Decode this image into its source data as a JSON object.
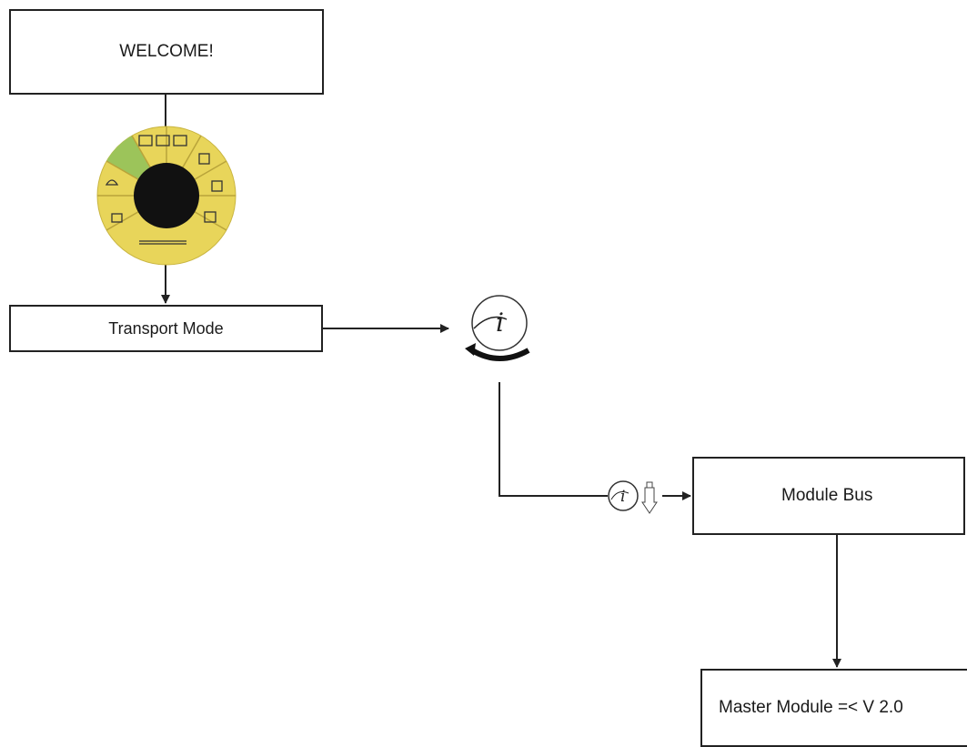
{
  "diagram": {
    "boxes": {
      "welcome": "WELCOME!",
      "transport_mode": "Transport Mode",
      "module_bus": "Module Bus",
      "master_module": "Master Module =< V 2.0"
    },
    "icons": {
      "dial": "selector-dial-icon",
      "info_rotate": "info-rotate-knob-icon",
      "info_small": "info-icon",
      "usb": "usb-stick-icon"
    },
    "colors": {
      "dial_yellow": "#e8d55a",
      "dial_green": "#9cc45a",
      "dial_center": "#111111",
      "line": "#222222"
    }
  }
}
